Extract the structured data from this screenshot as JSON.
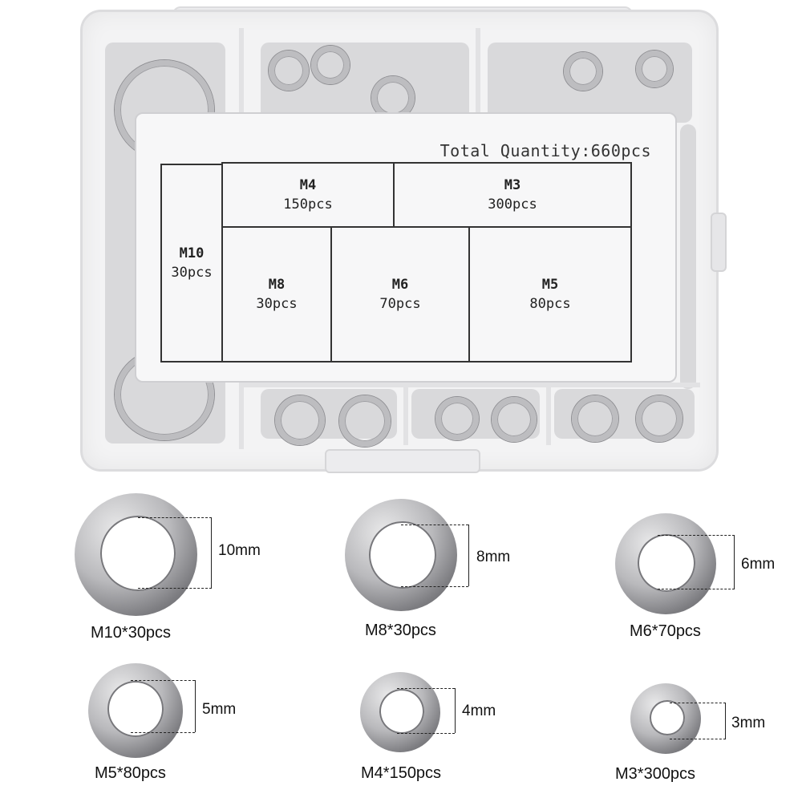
{
  "label_card": {
    "total": "Total Quantity:660pcs",
    "cells": [
      {
        "size": "M4",
        "qty": "150pcs"
      },
      {
        "size": "M3",
        "qty": "300pcs"
      },
      {
        "size": "M10",
        "qty": "30pcs"
      },
      {
        "size": "M8",
        "qty": "30pcs"
      },
      {
        "size": "M6",
        "qty": "70pcs"
      },
      {
        "size": "M5",
        "qty": "80pcs"
      }
    ]
  },
  "reference": [
    {
      "dimension": "10mm",
      "caption": "M10*30pcs"
    },
    {
      "dimension": "8mm",
      "caption": "M8*30pcs"
    },
    {
      "dimension": "6mm",
      "caption": "M6*70pcs"
    },
    {
      "dimension": "5mm",
      "caption": "M5*80pcs"
    },
    {
      "dimension": "4mm",
      "caption": "M4*150pcs"
    },
    {
      "dimension": "3mm",
      "caption": "M3*300pcs"
    }
  ]
}
